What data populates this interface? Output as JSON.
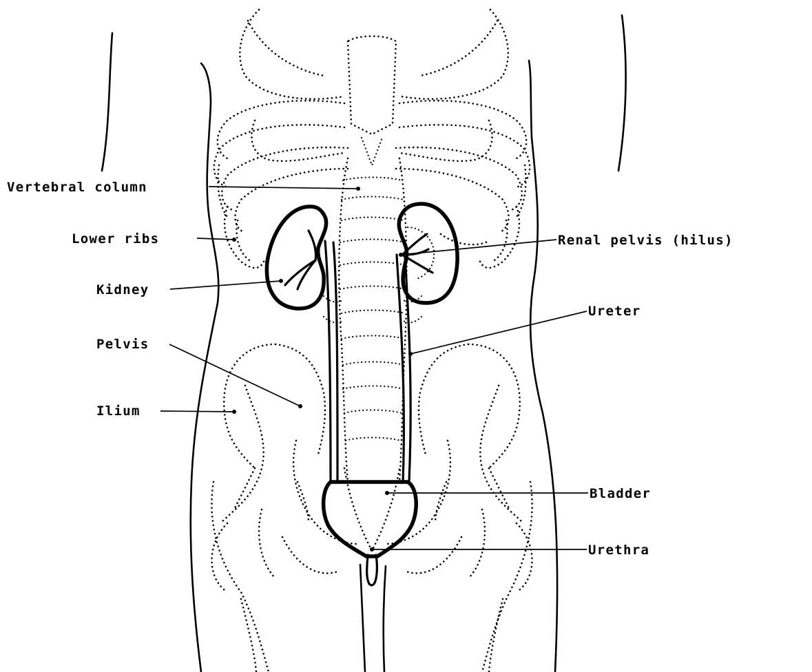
{
  "labels": {
    "vertebral_column": "Vertebral column",
    "lower_ribs": "Lower ribs",
    "kidney": "Kidney",
    "pelvis": "Pelvis",
    "ilium": "Ilium",
    "renal_pelvis": "Renal pelvis (hilus)",
    "ureter": "Ureter",
    "bladder": "Bladder",
    "urethra": "Urethra"
  }
}
